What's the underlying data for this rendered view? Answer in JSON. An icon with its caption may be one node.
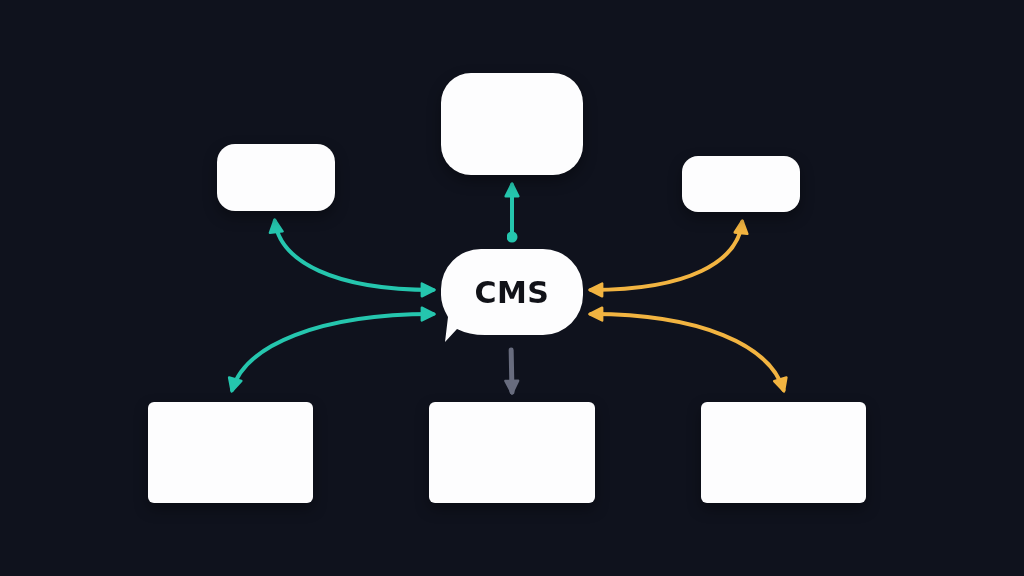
{
  "diagram": {
    "nodes": [
      {
        "text": [],
        "shape": "box"
      },
      {
        "text": [],
        "shape": "box"
      },
      {
        "text": [],
        "shape": "box"
      },
      {
        "text": [
          "CMS"
        ]
      },
      {
        "text": [],
        "shape": "box"
      },
      {
        "text": [],
        "shape": "box"
      },
      {
        "text": [],
        "shape": "box"
      }
    ],
    "edges": [
      {
        "from": 3,
        "to": 0,
        "arrow": "to"
      },
      {
        "from": 1,
        "to": 3,
        "arrow": "both"
      },
      {
        "from": 4,
        "to": 3,
        "arrow": "both"
      },
      {
        "from": 2,
        "to": 3,
        "arrow": "both",
        "color": "#f2b441"
      },
      {
        "from": 6,
        "to": 3,
        "arrow": "both",
        "color": "#f2b441"
      },
      {
        "from": 3,
        "to": 5,
        "arrow": "to",
        "color": "#686c7e"
      }
    ]
  }
}
